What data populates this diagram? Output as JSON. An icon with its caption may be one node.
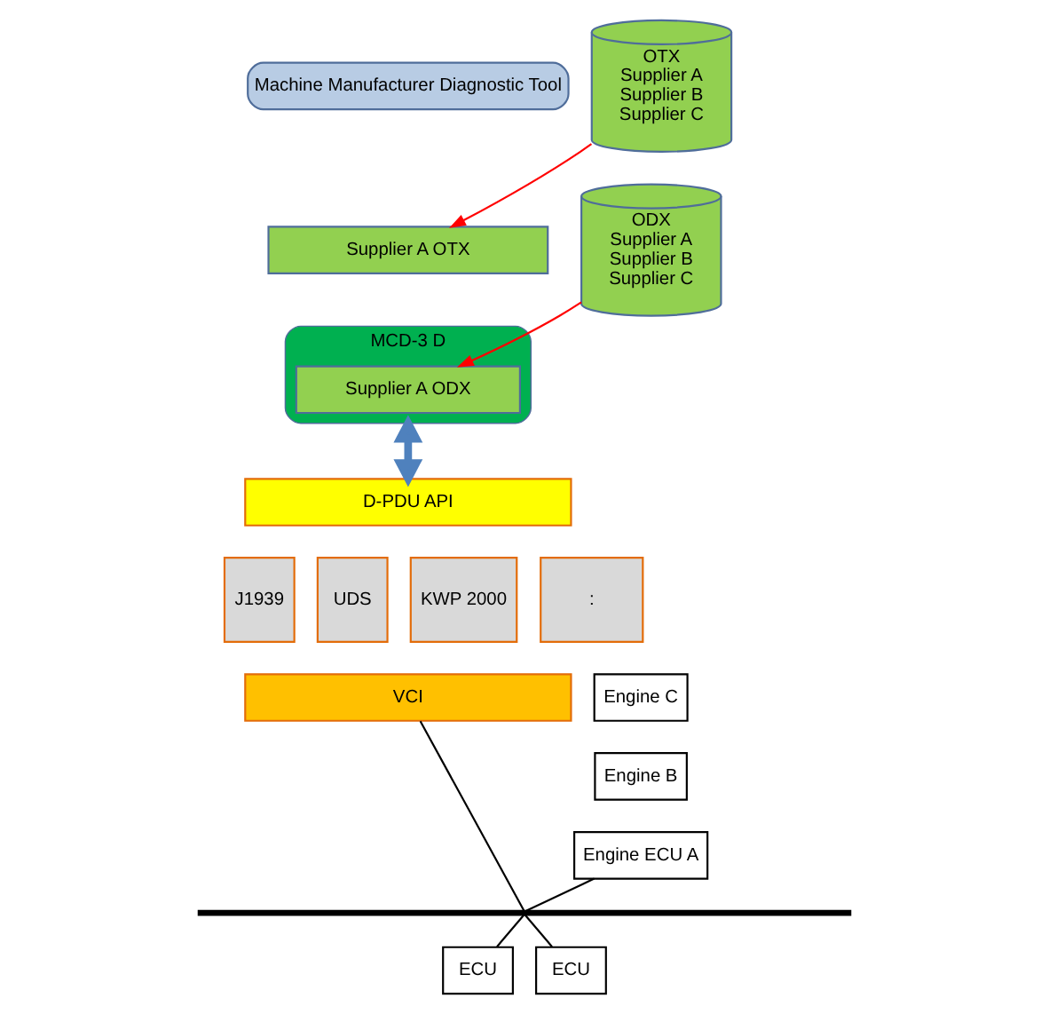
{
  "diagram": {
    "nodes": [
      {
        "text": [
          "Machine Manufacturer Diagnostic Tool"
        ]
      },
      {
        "text": [
          "Supplier A OTX"
        ]
      },
      {
        "text": [
          "MCD-3 D"
        ]
      },
      {
        "text": [
          "Supplier A ODX"
        ],
        "in": 2
      },
      {
        "text": [
          "OTX",
          "Supplier A",
          "Supplier B",
          "Supplier C"
        ]
      },
      {
        "text": [
          "ODX",
          "Supplier A",
          "Supplier B",
          "Supplier C"
        ]
      },
      {
        "text": [
          "D-PDU API"
        ]
      },
      {
        "text": [
          "J1939"
        ]
      },
      {
        "text": [
          "UDS"
        ]
      },
      {
        "text": [
          "KWP 2000"
        ]
      },
      {
        "text": [
          ":"
        ]
      },
      {
        "text": [
          "VCI"
        ]
      },
      {
        "text": [],
        "shape": "bar"
      },
      {
        "text": [
          "Engine C"
        ]
      },
      {
        "text": [
          "Engine B"
        ]
      },
      {
        "text": [
          "Engine ECU A"
        ]
      },
      {
        "text": [
          "ECU"
        ]
      },
      {
        "text": [
          "ECU"
        ]
      }
    ],
    "edges": [
      {
        "from": 4,
        "to": 1,
        "arrow": "to",
        "color": "#ff0000"
      },
      {
        "from": 5,
        "to": 3,
        "arrow": "to",
        "color": "#ff0000"
      },
      {
        "from": 2,
        "to": 6,
        "arrow": "both",
        "style": "thick",
        "color": "#4f81bd"
      },
      {
        "from": 11,
        "to": 12,
        "arrow": "none"
      },
      {
        "from": 15,
        "to": 12,
        "arrow": "none"
      },
      {
        "from": 12,
        "to": 16,
        "arrow": "none"
      },
      {
        "from": 12,
        "to": 17,
        "arrow": "none"
      }
    ]
  }
}
